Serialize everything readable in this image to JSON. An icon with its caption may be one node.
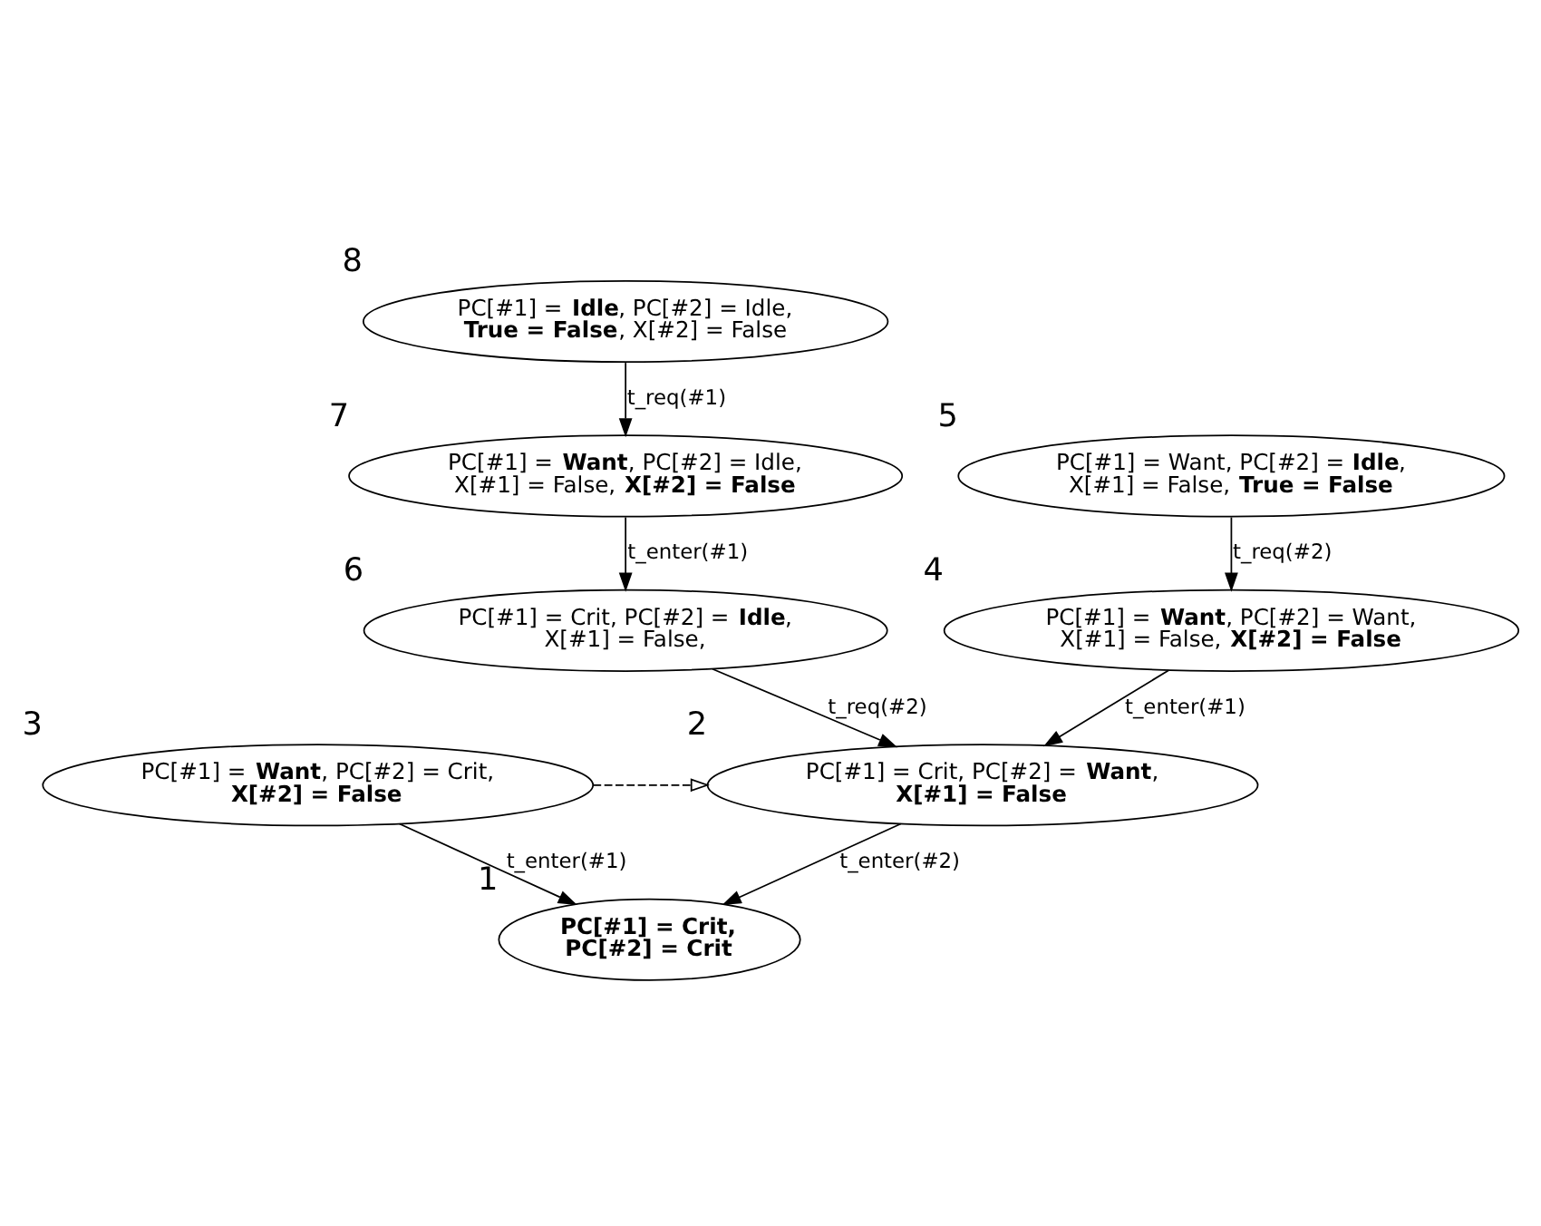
{
  "diagram": {
    "nodes": [
      {
        "text": [
          "PC[#1] = **Idle**, PC[#2] = Idle, **True = False**, X[#2] = False"
        ],
        "beside": [
          "8"
        ]
      },
      {
        "text": [
          "PC[#1] = **Want**, PC[#2] = Idle, X[#1] = False, **X[#2] = False**"
        ],
        "beside": [
          "7"
        ]
      },
      {
        "text": [
          "PC[#1] = Want, PC[#2] = **Idle**, X[#1] = False, **True = False**"
        ],
        "beside": [
          "5"
        ]
      },
      {
        "text": [
          "PC[#1] = **Want**, PC[#2] = Want, X[#1] = False, **X[#2] = False**"
        ],
        "beside": [
          "4"
        ]
      },
      {
        "text": [
          "PC[#1] = Crit, PC[#2] = **Idle**, X[#1] = False,"
        ],
        "beside": [
          "6"
        ]
      },
      {
        "text": [
          "PC[#1] = **Want**, PC[#2] = Crit, **X[#2] = False**"
        ],
        "beside": [
          "3"
        ]
      },
      {
        "text": [
          "PC[#1] = Crit, PC[#2] = **Want**, **X[#1] = False**"
        ],
        "beside": [
          "2"
        ]
      },
      {
        "text": [
          "**PC[#1] = Crit, PC[#2] = Crit**"
        ],
        "beside": [
          "1"
        ]
      }
    ],
    "edges": [
      {
        "from": 0,
        "to": 1,
        "arrow": "to",
        "label": "t_req(#1)"
      },
      {
        "from": 1,
        "to": 4,
        "arrow": "to",
        "label": "t_enter(#1)"
      },
      {
        "from": 2,
        "to": 3,
        "arrow": "to",
        "label": "t_req(#2)"
      },
      {
        "from": 3,
        "to": 6,
        "arrow": "to",
        "label": "t_enter(#1)"
      },
      {
        "from": 4,
        "to": 6,
        "arrow": "to",
        "label": "t_req(#2)"
      },
      {
        "from": 5,
        "to": 6,
        "arrow": "to",
        "style": "dashed"
      },
      {
        "from": 5,
        "to": 7,
        "arrow": "to",
        "label": "t_enter(#1)"
      },
      {
        "from": 6,
        "to": 7,
        "arrow": "to",
        "label": "t_enter(#2)"
      }
    ]
  }
}
